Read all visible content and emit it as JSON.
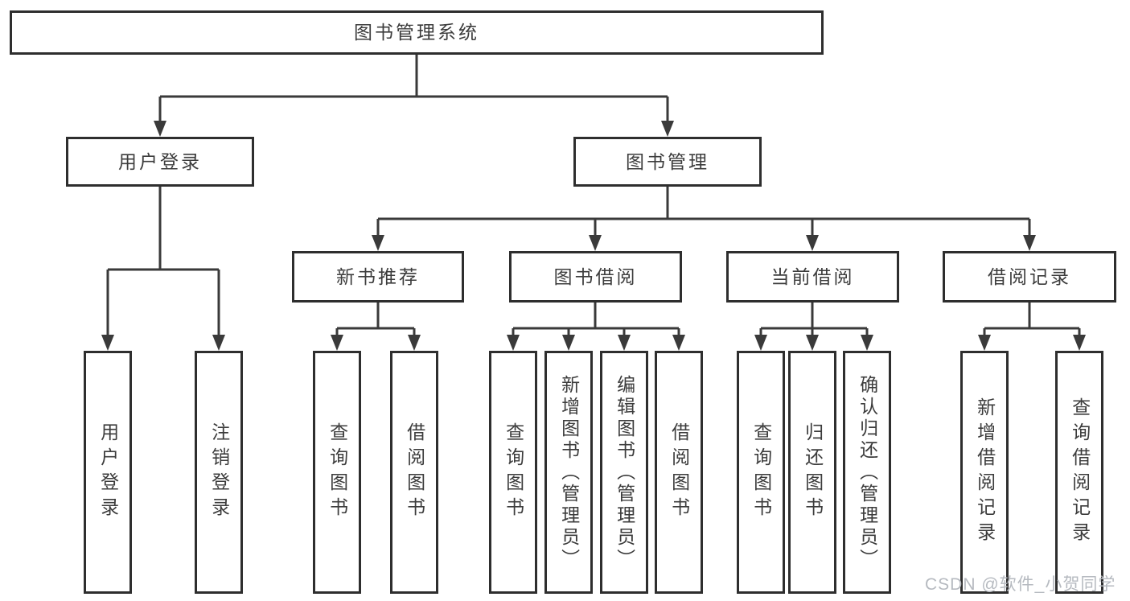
{
  "diagram": {
    "type": "hierarchy-tree",
    "watermark": "CSDN @软件_小贺同学",
    "colors": {
      "line": "#3a3a3a",
      "box_border": "#2e2e2e",
      "box_background": "#ffffff",
      "text": "#3c3c3c",
      "watermark_text": "#b6bac0",
      "page_background": "#ffffff"
    },
    "nodes": {
      "root": "图书管理系统",
      "user_login": "用户登录",
      "book_management": "图书管理",
      "new_book_recommendation": "新书推荐",
      "book_borrowing": "图书借阅",
      "current_borrowing": "当前借阅",
      "borrowing_records": "借阅记录",
      "leaf_user_login": "用户登录",
      "leaf_logout": "注销登录",
      "nbr_query_books": "查询图书",
      "nbr_borrow_books": "借阅图书",
      "bb_query_books": "查询图书",
      "bb_add_books_admin": "新增图书（管理员）",
      "bb_edit_books_admin": "编辑图书（管理员）",
      "bb_borrow_books": "借阅图书",
      "cb_query_books": "查询图书",
      "cb_return_books": "归还图书",
      "cb_confirm_return_admin": "确认归还（管理员）",
      "br_add_record": "新增借阅记录",
      "br_query_record": "查询借阅记录"
    }
  }
}
